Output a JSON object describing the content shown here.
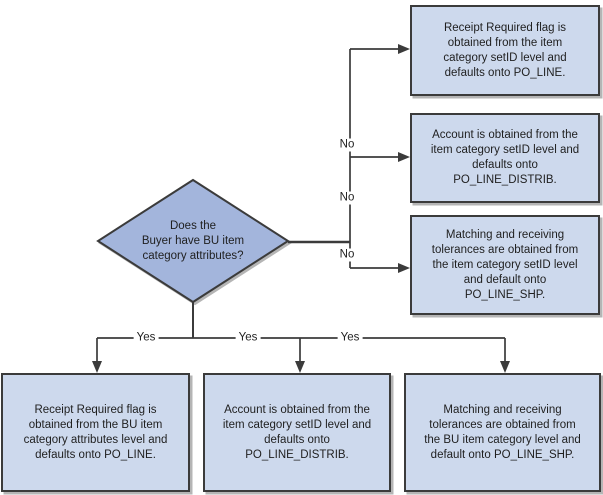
{
  "colors": {
    "box_fill": "#cdd9ed",
    "diamond_fill": "#a3b5dc",
    "border": "#3b3b3b",
    "line": "#3b3b3b",
    "text": "#1f1f1f",
    "shadow": "#b5b5b5",
    "bg": "#ffffff"
  },
  "decision": {
    "text": "Does the\nBuyer have BU item\ncategory attributes?"
  },
  "labels": {
    "no": "No",
    "yes": "Yes"
  },
  "no_branch_boxes": [
    {
      "text": "Receipt Required flag is\nobtained from the item\ncategory setID level and\ndefaults onto PO_LINE."
    },
    {
      "text": "Account is obtained from the\nitem category setID level and\ndefaults onto\nPO_LINE_DISTRIB."
    },
    {
      "text": "Matching and receiving\ntolerances are obtained from\nthe item category setID level\nand default onto\nPO_LINE_SHP."
    }
  ],
  "yes_branch_boxes": [
    {
      "text": "Receipt Required flag is\nobtained from the BU item\ncategory attributes level and\ndefaults onto PO_LINE."
    },
    {
      "text": "Account is obtained from the\nitem category setID level and\ndefaults onto\nPO_LINE_DISTRIB."
    },
    {
      "text": "Matching and receiving\ntolerances are obtained from\nthe BU item category level and\ndefault onto PO_LINE_SHP."
    }
  ]
}
